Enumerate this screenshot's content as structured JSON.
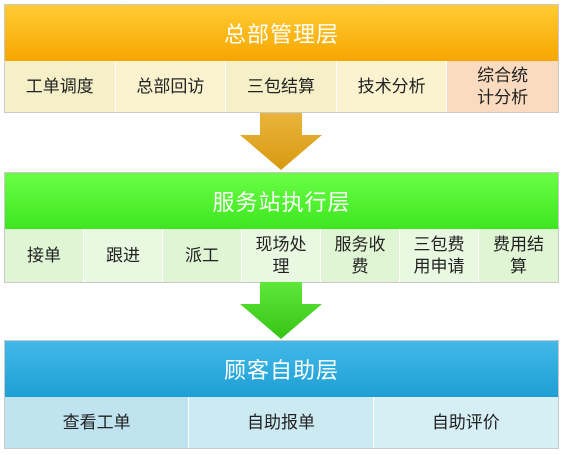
{
  "tiers": [
    {
      "title": "总部管理层",
      "items": [
        "工单调度",
        "总部回访",
        "三包结算",
        "技术分析",
        "综合统计分析"
      ],
      "color": "#f7a600"
    },
    {
      "title": "服务站执行层",
      "items": [
        "接单",
        "跟进",
        "派工",
        "现场处理",
        "服务收费",
        "三包费用申请",
        "费用结算"
      ],
      "color": "#3ee620"
    },
    {
      "title": "顾客自助层",
      "items": [
        "查看工单",
        "自助报单",
        "自助评价"
      ],
      "color": "#1e9fd4"
    }
  ],
  "arrows": [
    {
      "color": "#e2a61e"
    },
    {
      "color": "#3fd11f"
    }
  ]
}
